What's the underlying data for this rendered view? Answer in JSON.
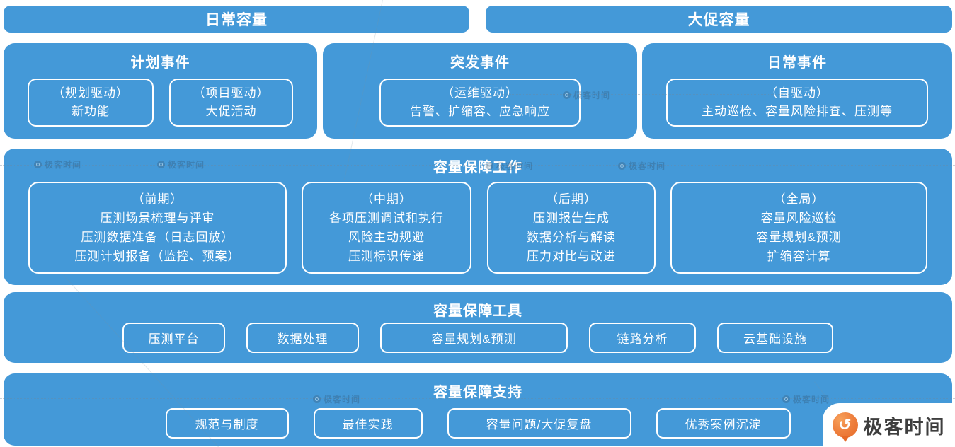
{
  "colors": {
    "primary_blue": "#4499D8",
    "box_border_white": "#FFFFFF",
    "logo_orange": "#E66A28",
    "logo_text_gray": "#3E3E3E"
  },
  "top_bars": [
    {
      "label": "日常容量"
    },
    {
      "label": "大促容量"
    }
  ],
  "event_groups": [
    {
      "title": "计划事件",
      "items": [
        {
          "lines": [
            "（规划驱动）",
            "新功能"
          ]
        },
        {
          "lines": [
            "（项目驱动）",
            "大促活动"
          ]
        }
      ]
    },
    {
      "title": "突发事件",
      "items": [
        {
          "lines": [
            "（运维驱动）",
            "告警、扩缩容、应急响应"
          ]
        }
      ]
    },
    {
      "title": "日常事件",
      "items": [
        {
          "lines": [
            "（自驱动）",
            "主动巡检、容量风险排查、压测等"
          ]
        }
      ]
    }
  ],
  "work_section": {
    "title": "容量保障工作",
    "items": [
      {
        "lines": [
          "（前期）",
          "压测场景梳理与评审",
          "压测数据准备（日志回放）",
          "压测计划报备（监控、预案）"
        ]
      },
      {
        "lines": [
          "（中期）",
          "各项压测调试和执行",
          "风险主动规避",
          "压测标识传递"
        ]
      },
      {
        "lines": [
          "（后期）",
          "压测报告生成",
          "数据分析与解读",
          "压力对比与改进"
        ]
      },
      {
        "lines": [
          "（全局）",
          "容量风险巡检",
          "容量规划&预测",
          "扩缩容计算"
        ]
      }
    ]
  },
  "tools_section": {
    "title": "容量保障工具",
    "items": [
      "压测平台",
      "数据处理",
      "容量规划&预测",
      "链路分析",
      "云基础设施"
    ]
  },
  "support_section": {
    "title": "容量保障支持",
    "items": [
      "规范与制度",
      "最佳实践",
      "容量问题/大促复盘",
      "优秀案例沉淀"
    ]
  },
  "logo": {
    "text": "极客时间",
    "icon": "geek-time-pin"
  },
  "watermark": {
    "text": "极客时间"
  }
}
